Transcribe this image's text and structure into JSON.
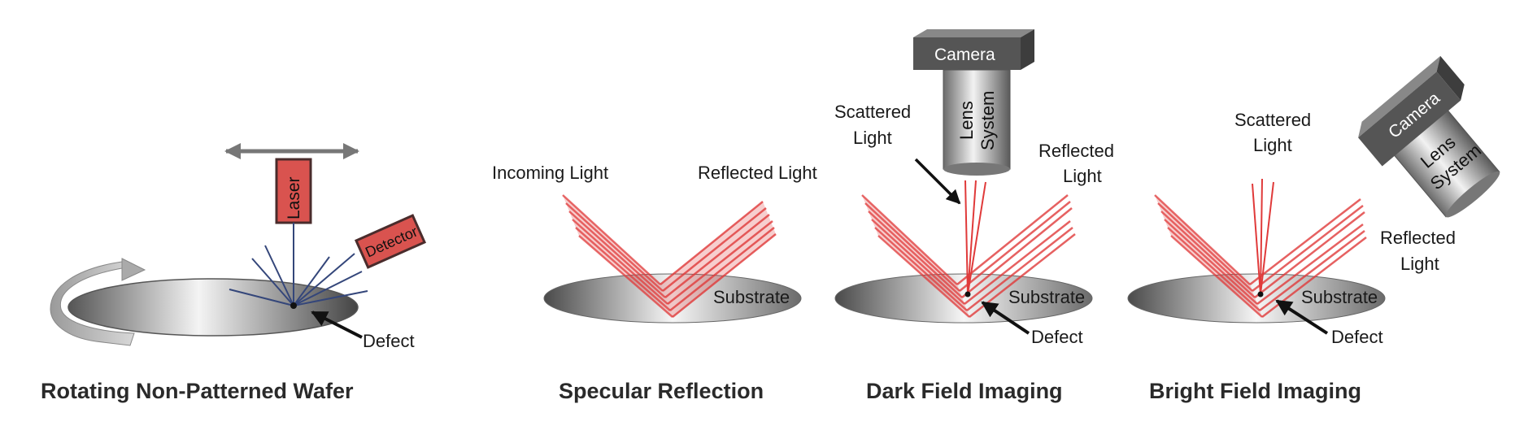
{
  "panels": [
    {
      "caption": "Rotating Non-Patterned Wafer",
      "laser": "Laser",
      "detector": "Detector",
      "defect": "Defect"
    },
    {
      "caption": "Specular Reflection",
      "incoming": "Incoming Light",
      "reflected": "Reflected Light",
      "substrate": "Substrate"
    },
    {
      "caption": "Dark Field Imaging",
      "camera": "Camera",
      "lens_line1": "Lens",
      "lens_line2": "System",
      "scattered_line1": "Scattered",
      "scattered_line2": "Light",
      "reflected_line1": "Reflected",
      "reflected_line2": "Light",
      "substrate": "Substrate",
      "defect": "Defect"
    },
    {
      "caption": "Bright Field Imaging",
      "camera": "Camera",
      "lens_line1": "Lens",
      "lens_line2": "System",
      "scattered_line1": "Scattered",
      "scattered_line2": "Light",
      "reflected_line1": "Reflected",
      "reflected_line2": "Light",
      "substrate": "Substrate",
      "defect": "Defect"
    }
  ],
  "colors": {
    "beam": "#e03a3a",
    "laser_box": "#d9534f",
    "camera_box": "#555555",
    "scan_arrow": "#777777",
    "detector_rays": "#34467a"
  }
}
